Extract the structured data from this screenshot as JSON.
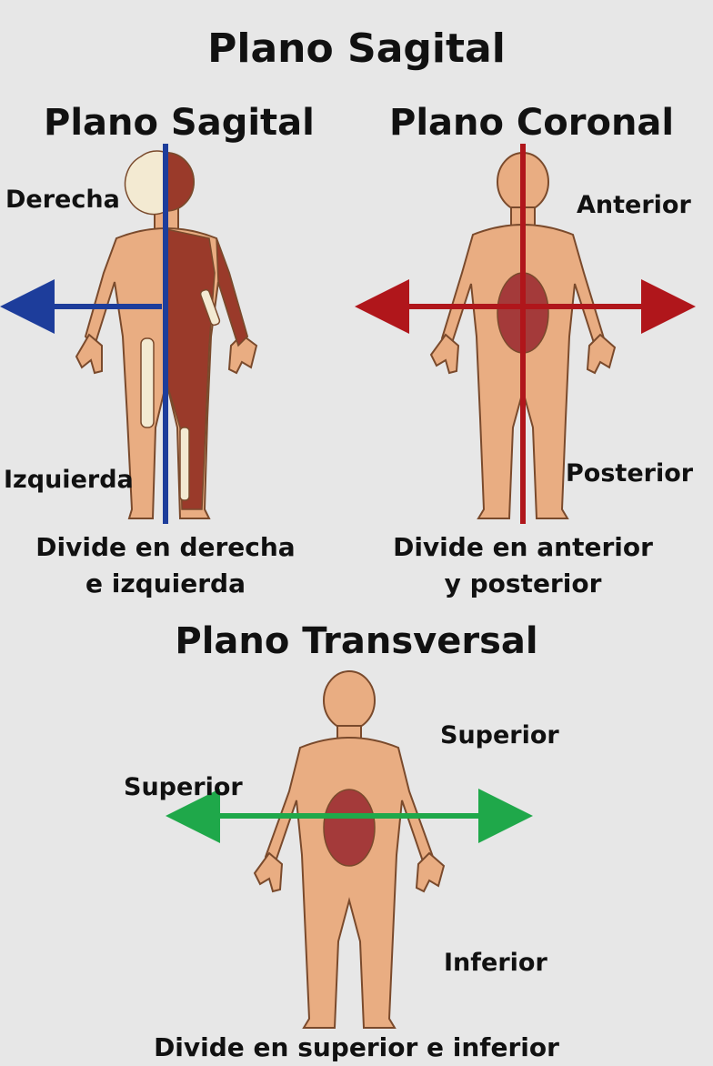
{
  "title": "Plano Sagital",
  "sagittal": {
    "title": "Plano Sagital",
    "label_right": "Derecha",
    "label_left": "Izquierda",
    "desc_line1": "Divide en derecha",
    "desc_line2": "e izquierda",
    "color": "#1d3d9b"
  },
  "coronal": {
    "title": "Plano Coronal",
    "label_anterior": "Anterior",
    "label_posterior": "Posterior",
    "desc_line1": "Divide en anterior",
    "desc_line2": "y posterior",
    "color": "#b0161b"
  },
  "transversal": {
    "title": "Plano Transversal",
    "label_superior_right": "Superior",
    "label_superior_left": "Superior",
    "label_inferior": "Inferior",
    "desc": "Divide en superior e inferior",
    "color": "#1fa84a"
  },
  "colors": {
    "skin": "#e9ad82",
    "outline": "#7a4a2c",
    "organ": "#a43a3a",
    "muscle": "#9a3a2a",
    "bone": "#f3ead2",
    "background": "#e7e7e7"
  }
}
